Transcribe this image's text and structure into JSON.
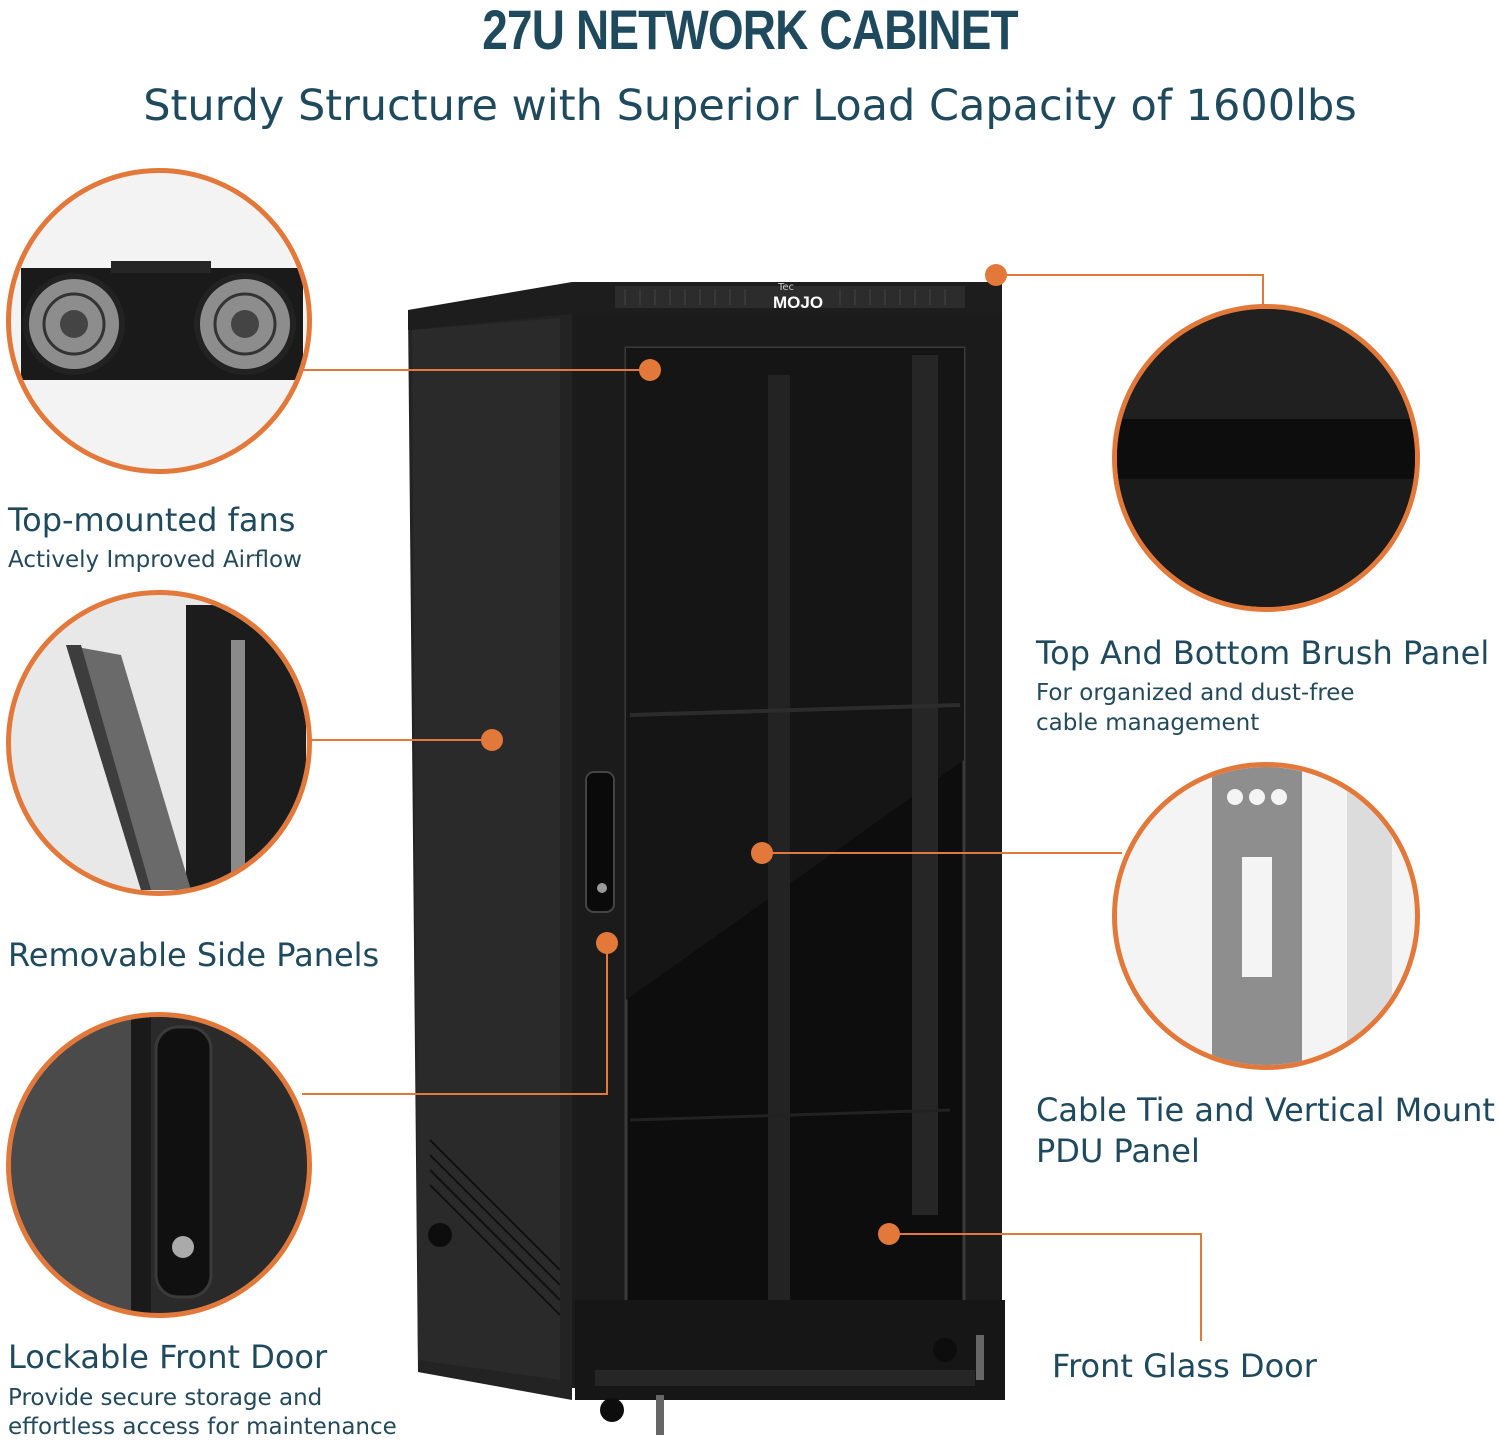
{
  "header": {
    "title": "27U NETWORK CABINET",
    "subtitle": "Sturdy Structure with Superior Load Capacity of 1600lbs"
  },
  "product": {
    "brand_top": "Tec",
    "brand_main": "MOJO"
  },
  "features": {
    "fans": {
      "title": "Top-mounted fans",
      "subtitle": "Actively Improved Airflow"
    },
    "side_panels": {
      "title": "Removable Side Panels"
    },
    "front_door": {
      "title": "Lockable Front Door",
      "subtitle_line1": "Provide secure storage and",
      "subtitle_line2": "effortless access for maintenance"
    },
    "brush_panel": {
      "title": "Top And Bottom Brush Panel",
      "subtitle_line1": "For organized and dust-free",
      "subtitle_line2": "cable management"
    },
    "pdu_panel": {
      "title_line1": "Cable Tie and Vertical Mount",
      "title_line2": "PDU Panel"
    },
    "glass_door": {
      "title": "Front Glass Door"
    }
  },
  "colors": {
    "accent": "#e2793a",
    "text": "#1f4a5e",
    "cabinet": "#1b1b1b"
  }
}
